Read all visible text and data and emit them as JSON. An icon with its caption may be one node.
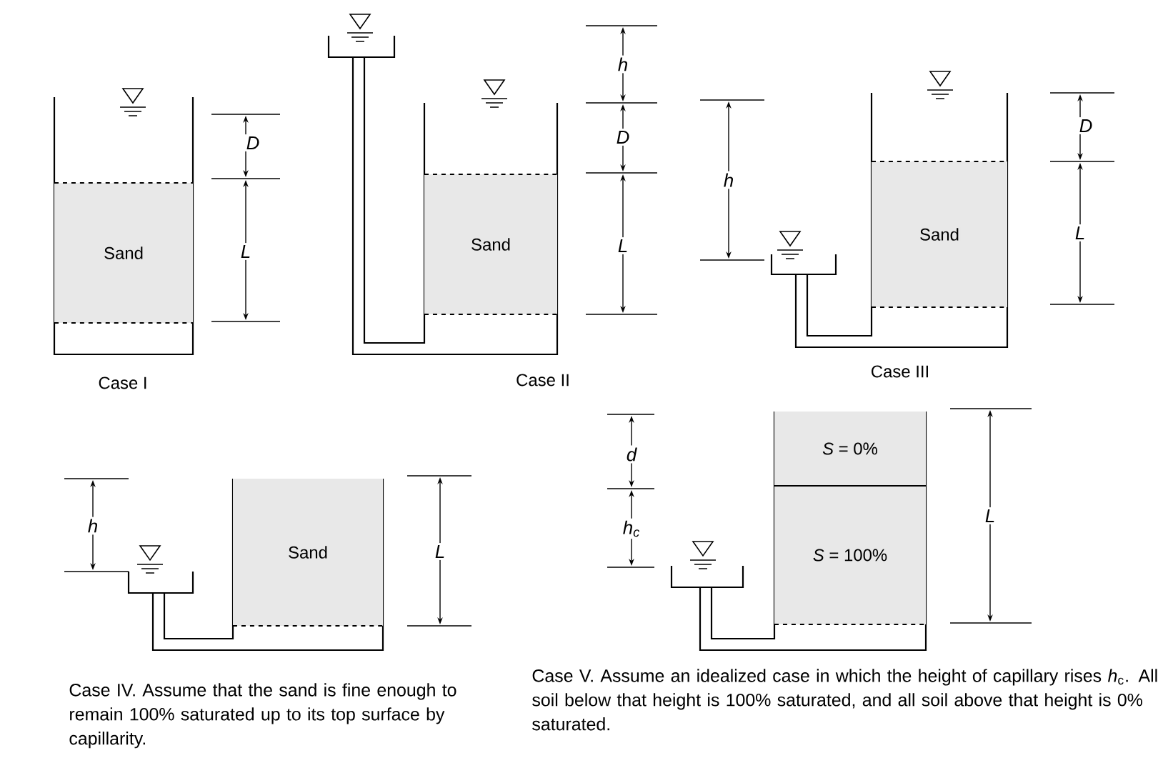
{
  "diagram": {
    "nodes": [
      {
        "text": [
          "Sand"
        ]
      },
      {
        "text": [
          "Sand"
        ]
      },
      {
        "text": [
          "Sand"
        ]
      },
      {
        "text": [
          "Sand"
        ]
      },
      {
        "text": [
          "*S* = 0%"
        ]
      },
      {
        "text": [
          "*S* = 100%"
        ]
      }
    ],
    "labels": [
      "D",
      "L",
      "Case I",
      "h",
      "D",
      "L",
      "Case II",
      "h",
      "D",
      "L",
      "Case III",
      "h",
      "L",
      "Case IV. Assume that the sand is fine enough to remain 100% saturated up to its top surface by capillarity.",
      "d",
      "h$_{c}$",
      "L",
      "Case V. Assume an idealized case in which the height of capillary rises *h*$_{c}$. All soil below that height is 100% saturated, and all soil above that height is 0% saturated."
    ]
  }
}
